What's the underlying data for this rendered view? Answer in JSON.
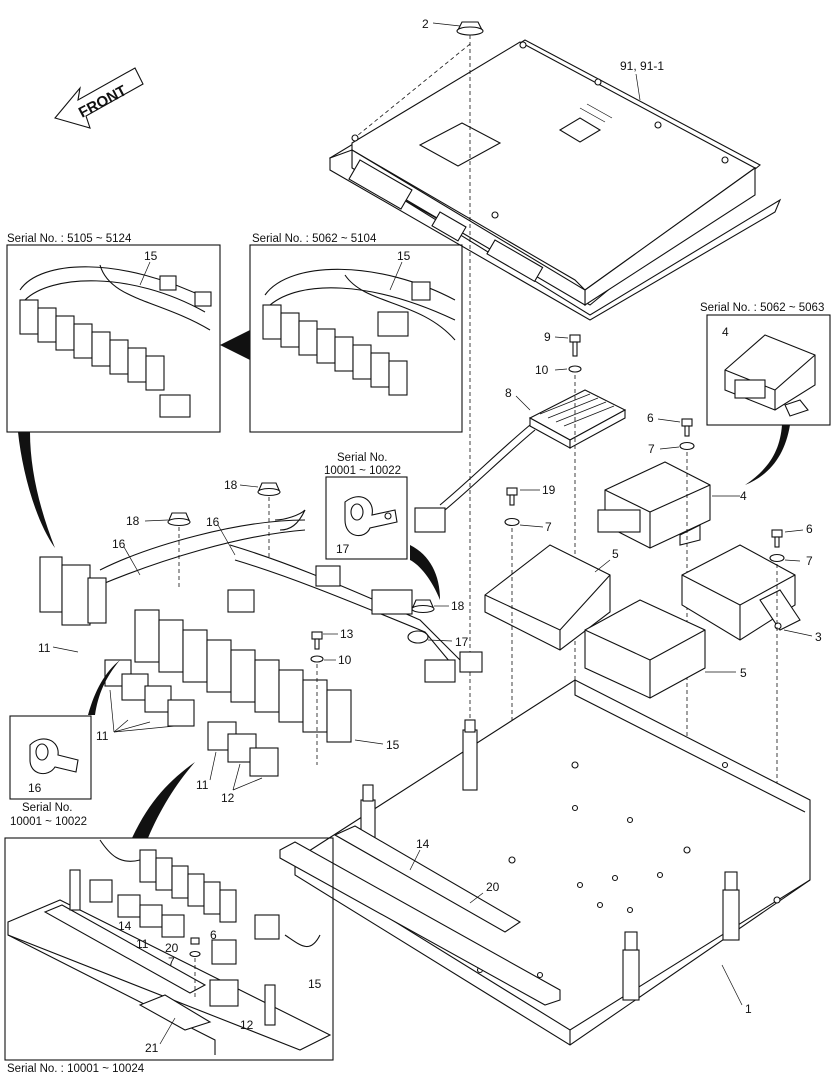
{
  "front_arrow": "FRONT",
  "inset_top_left": {
    "serial": "Serial No. : 5105 ~ 5124",
    "label_15": "15"
  },
  "inset_top_mid": {
    "serial": "Serial No. : 5062 ~ 5104",
    "label_15": "15"
  },
  "inset_right": {
    "serial": "Serial No. : 5062 ~ 5063",
    "label_4": "4"
  },
  "inset_clamp_17": {
    "serial_line1": "Serial No.",
    "serial_line2": "10001 ~ 10022",
    "label": "17"
  },
  "inset_clamp_16": {
    "serial_line1": "Serial No.",
    "serial_line2": "10001 ~ 10022",
    "label": "16"
  },
  "inset_bottom": {
    "serial": "Serial No. : 10001 ~ 10024",
    "labels": {
      "l14": "14",
      "l11": "11",
      "l20": "20",
      "l7": "7",
      "l6": "6",
      "l15": "15",
      "l12": "12",
      "l21": "21"
    }
  },
  "callouts": {
    "c1": "1",
    "c2": "2",
    "c3": "3",
    "c4": "4",
    "c5a": "5",
    "c5b": "5",
    "c6a": "6",
    "c6b": "6",
    "c7a": "7",
    "c7b": "7",
    "c7c": "7",
    "c8": "8",
    "c9": "9",
    "c10a": "10",
    "c10b": "10",
    "c11a": "11",
    "c11b": "11",
    "c11c": "11",
    "c12": "12",
    "c13": "13",
    "c14": "14",
    "c15": "15",
    "c16": "16",
    "c17": "17",
    "c18a": "18",
    "c18b": "18",
    "c18c": "18",
    "c19": "19",
    "c20": "20",
    "c91": "91, 91-1"
  }
}
